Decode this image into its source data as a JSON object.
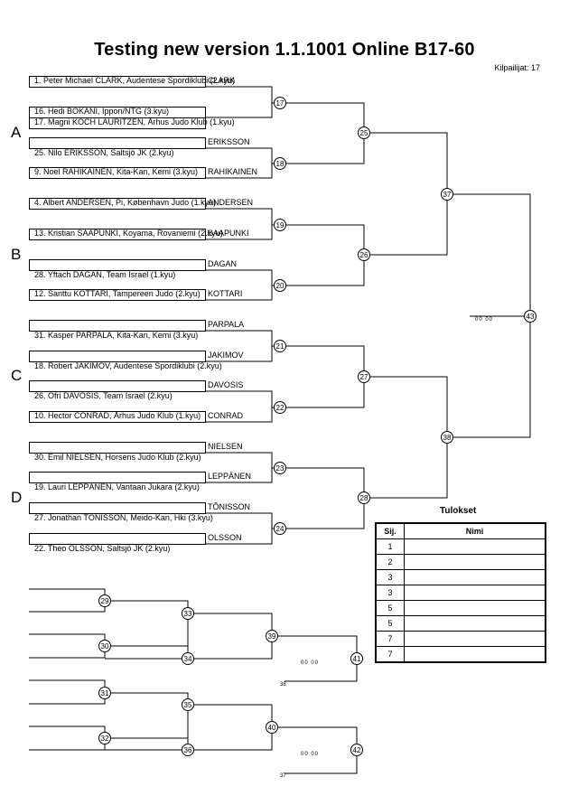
{
  "header": {
    "title": "Testing new version  1.1.1001  Online   B17-60",
    "count": "Kilpailijat: 17"
  },
  "pools": [
    "A",
    "B",
    "C",
    "D"
  ],
  "participants": [
    "1. Peter Michael CLARK, Audentese Spordiklubi (2.kyu)",
    "16. Hedi BOKANI, Ippon/NTG (3.kyu)",
    "17. Magni KOCH LAURITZEN, Århus Judo Klub (1.kyu)",
    "25. Nilo ERIKSSON, Saltsjö JK (2.kyu)",
    "9. Noel RAHIKAINEN, Kita-Kan, Kemi (3.kyu)",
    "4. Albert ANDERSEN, Pi, København Judo (1.kyu)",
    "13. Kristian SAAPUNKI, Koyama, Rovaniemi (2.kyu)",
    "28. Yftach DAGAN, Team Israel (1.kyu)",
    "12. Santtu KOTTARI, Tampereen Judo (2.kyu)",
    "31. Kasper PARPALA, Kita-Kan, Kemi (3.kyu)",
    "18. Robert JAKIMOV, Audentese Spordiklubi (2.kyu)",
    "26. Ofri DAVOSIS, Team Israel (2.kyu)",
    "10. Hector CONRAD, Århus Judo Klub (1.kyu)",
    "30. Emil NIELSEN, Horsens Judo Klub (2.kyu)",
    "19. Lauri LEPPÄNEN, Vantaan Jukara (2.kyu)",
    "27. Jonathan TÕNISSON, Meido-Kan, Hki (3.kyu)",
    "22. Theo OLSSON, Saltsjö JK (2.kyu)"
  ],
  "winners": [
    "CLARK",
    "ERIKSSON",
    "RAHIKAINEN",
    "ANDERSEN",
    "SAAPUNKI",
    "DAGAN",
    "KOTTARI",
    "PARPALA",
    "JAKIMOV",
    "DAVOSIS",
    "CONRAD",
    "NIELSEN",
    "LEPPÄNEN",
    "TÕNISSON",
    "OLSSON"
  ],
  "match_numbers": {
    "r1": [
      "17",
      "18",
      "19",
      "20",
      "21",
      "22",
      "23",
      "24"
    ],
    "r2": [
      "25",
      "26",
      "27",
      "28"
    ],
    "r3": [
      "37",
      "38"
    ],
    "final": "43",
    "rep1": [
      "29",
      "30",
      "31",
      "32"
    ],
    "rep2": [
      "33",
      "34",
      "35",
      "36"
    ],
    "rep3": [
      "39",
      "40"
    ],
    "rep4": [
      "41",
      "42"
    ]
  },
  "scores": {
    "final": "00  00",
    "rep_a": "00  00",
    "rep_b": "00  00"
  },
  "small_refs": {
    "a": "38",
    "b": "37"
  },
  "results": {
    "title": "Tulokset",
    "col_pos": "Sij.",
    "col_name": "Nimi",
    "rows": [
      "1",
      "2",
      "3",
      "3",
      "5",
      "5",
      "7",
      "7"
    ]
  }
}
